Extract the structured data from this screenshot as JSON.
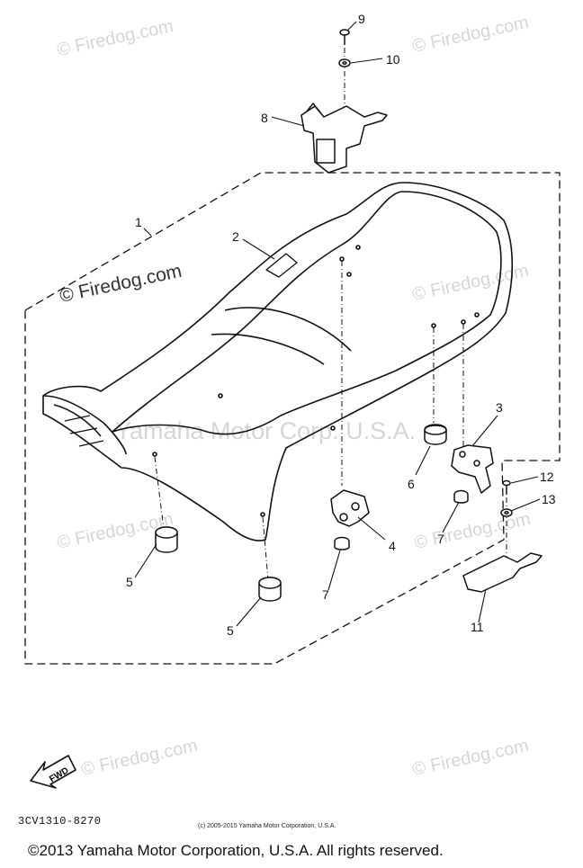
{
  "watermarks": {
    "small": "© Firedog.com",
    "large": "© Firedog.com",
    "yamaha": "Yamaha Motor Corp. U.S.A."
  },
  "callouts": [
    "1",
    "2",
    "3",
    "4",
    "5",
    "5",
    "6",
    "7",
    "7",
    "8",
    "9",
    "10",
    "11",
    "12",
    "13"
  ],
  "fwd_label": "FWD",
  "diagram_code": "3CV1310-8270",
  "small_copyright": "(c) 2005-2015 Yamaha Motor Corporation, U.S.A.",
  "copyright": "©2013 Yamaha Motor Corporation, U.S.A. All rights reserved."
}
